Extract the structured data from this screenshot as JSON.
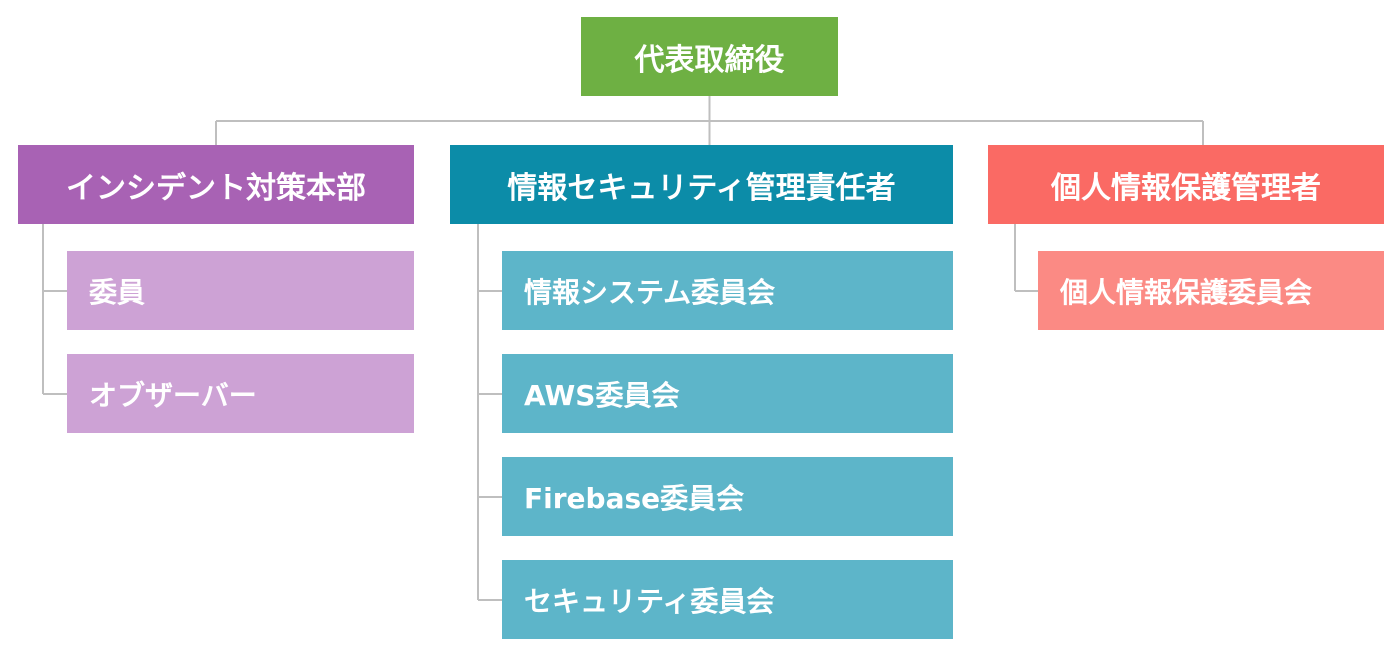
{
  "chart": {
    "root": {
      "label": "代表取締役",
      "color": "#6eb043"
    },
    "departments": [
      {
        "label": "インシデント対策本部",
        "color": "#a862b4",
        "child_color": "#cda2d5",
        "children": [
          "委員",
          "オブザーバー"
        ]
      },
      {
        "label": "情報セキュリティ管理責任者",
        "color": "#0c8ca8",
        "child_color": "#5db5c9",
        "children": [
          "情報システム委員会",
          "AWS委員会",
          "Firebase委員会",
          "セキュリティ委員会"
        ]
      },
      {
        "label": "個人情報保護管理者",
        "color": "#fa6a64",
        "child_color": "#fb8a84",
        "children": [
          "個人情報保護委員会"
        ]
      }
    ],
    "connector_color": "#bfbfbf"
  }
}
